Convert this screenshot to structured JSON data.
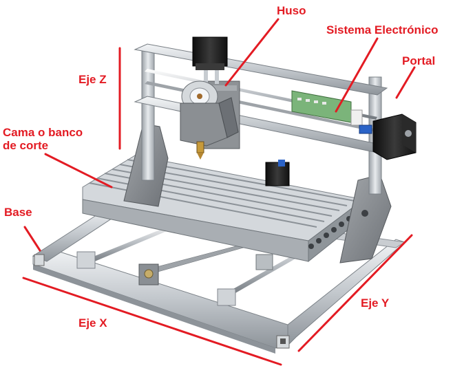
{
  "colors": {
    "annotation": "#e31b23",
    "aluminum_light": "#e4e7ea",
    "aluminum_mid": "#b7bcc1",
    "aluminum_dark": "#7d8389",
    "motor_black": "#1c1c1c",
    "pcb_green": "#6fa46e",
    "bracket_grey": "#8b8f93",
    "brass": "#c79a3a",
    "blue_coupler": "#2b63c7"
  },
  "labels": {
    "huso": "Huso",
    "sistema": "Sistema Electrónico",
    "portal": "Portal",
    "eje_z": "Eje Z",
    "cama_line1": "Cama o banco",
    "cama_line2": "de corte",
    "base": "Base",
    "eje_y": "Eje Y",
    "eje_x": "Eje X"
  },
  "icons": {
    "spindle": "spindle-motor-icon",
    "stepper": "stepper-motor-icon",
    "board": "electronics-board-icon"
  }
}
